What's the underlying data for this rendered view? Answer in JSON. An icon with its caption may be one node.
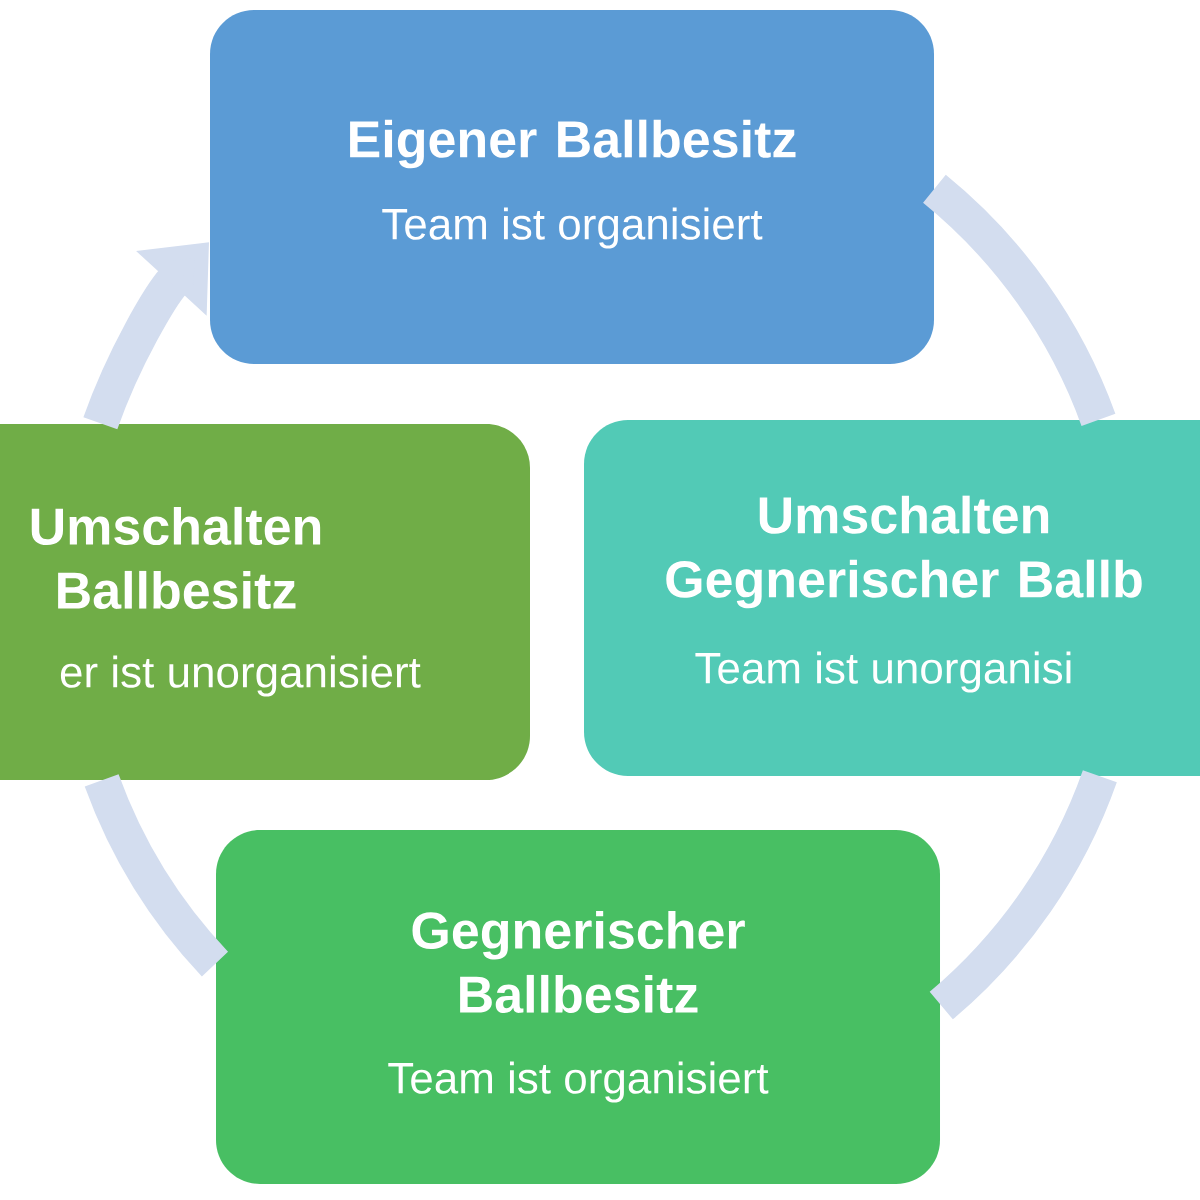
{
  "diagram": {
    "nodes": [
      {
        "text": [
          "Eigener Ballbesitz",
          "Team ist organisiert"
        ]
      },
      {
        "text": [
          "Umschalten Ballbesitz",
          "er ist unorganisiert"
        ]
      },
      {
        "text": [
          "Umschalten Gegnerischer Ballb",
          "Team ist unorganisi"
        ]
      },
      {
        "text": [
          "Gegnerischer Ballbesitz",
          "Team ist organisiert"
        ]
      }
    ],
    "edges": [
      {
        "from": 0,
        "to": 2,
        "arrow": "none"
      },
      {
        "from": 2,
        "to": 3,
        "arrow": "none"
      },
      {
        "from": 3,
        "to": 1,
        "arrow": "none"
      },
      {
        "from": 1,
        "to": 0,
        "arrow": "to"
      }
    ]
  }
}
